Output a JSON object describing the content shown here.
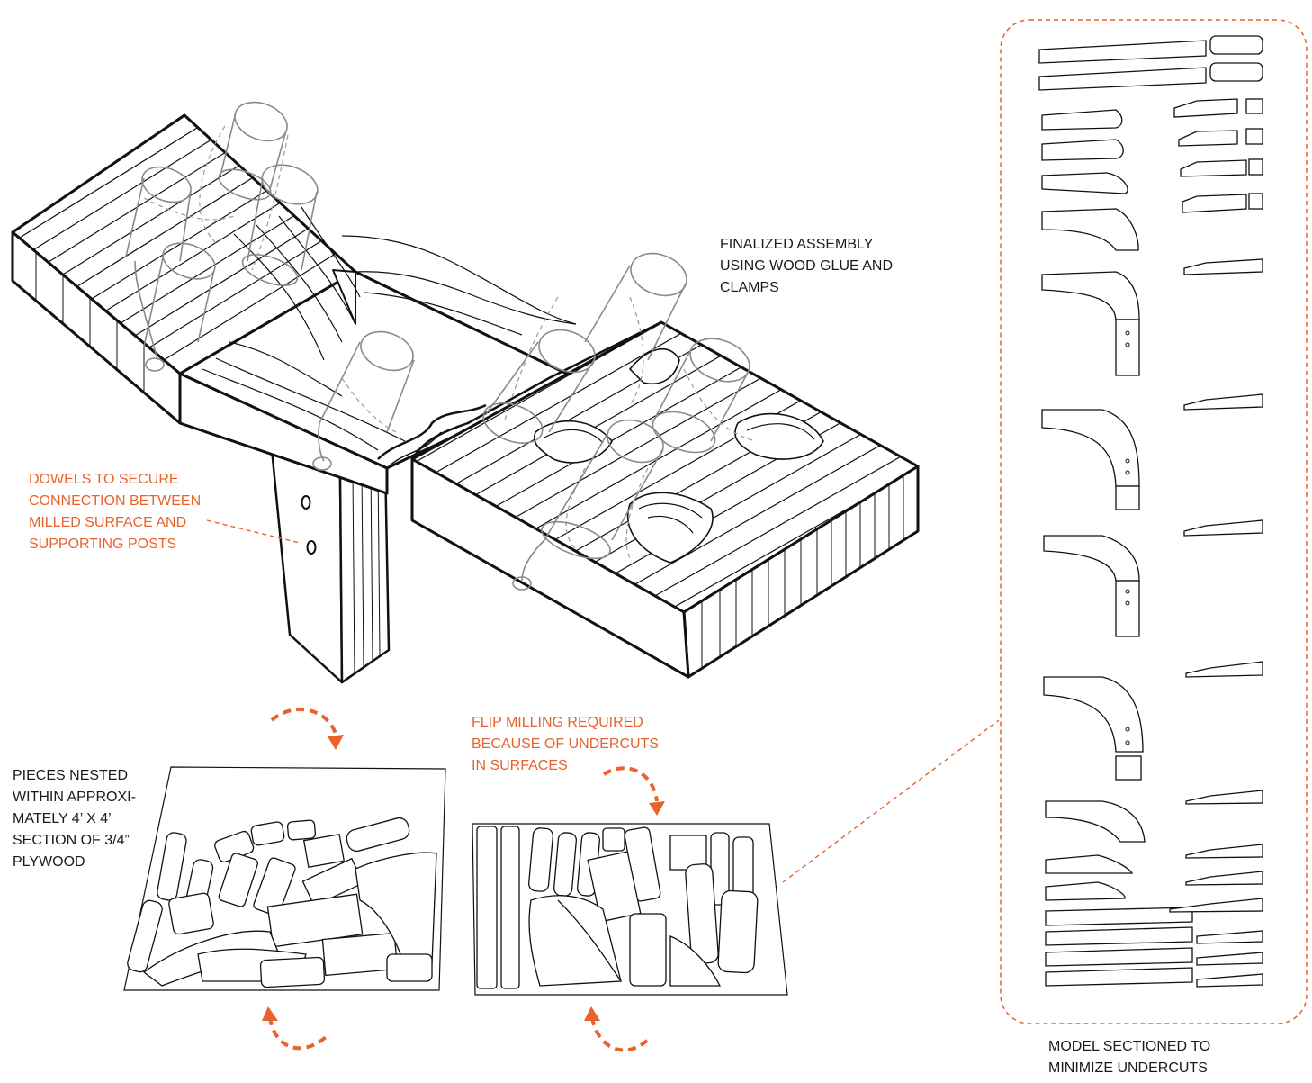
{
  "annotations": {
    "assembly": [
      "FINALIZED ASSEMBLY",
      "USING WOOD GLUE AND",
      "CLAMPS"
    ],
    "dowels": [
      "DOWELS TO SECURE",
      "CONNECTION BETWEEN",
      "MILLED SURFACE AND",
      "SUPPORTING POSTS"
    ],
    "nested": [
      "PIECES NESTED",
      "WITHIN APPROXI-",
      "MATELY 4’ X 4’",
      "SECTION OF 3/4”",
      "PLYWOOD"
    ],
    "flip": [
      "FLIP MILLING REQUIRED",
      "BECAUSE OF UNDERCUTS",
      "IN SURFACES"
    ],
    "sectioned": [
      "MODEL SECTIONED TO",
      "MINIMIZE UNDERCUTS"
    ]
  },
  "colors": {
    "accent": "#e8622c",
    "line": "#111111",
    "ghost": "#8a8a8a"
  }
}
